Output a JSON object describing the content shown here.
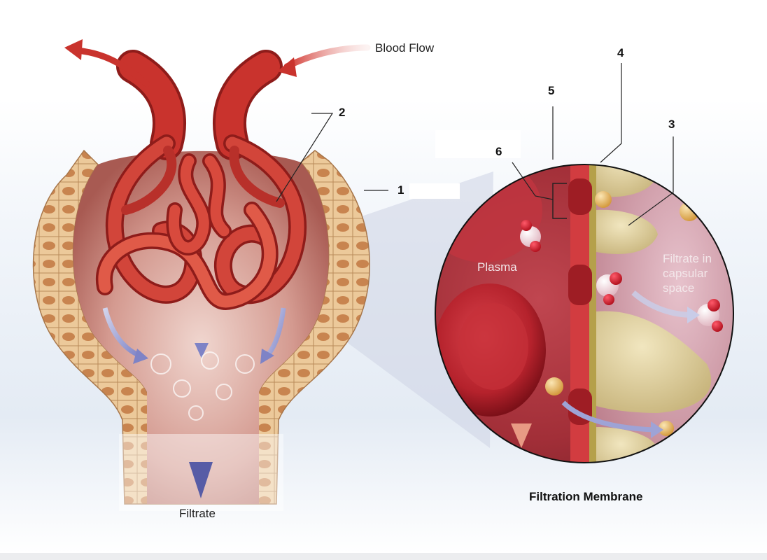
{
  "labels": {
    "blood_flow": "Blood Flow",
    "filtrate": "Filtrate",
    "plasma": "Plasma",
    "filtrate_capsular": [
      "Filtrate in",
      "capsular",
      "space"
    ],
    "caption": "Filtration Membrane"
  },
  "markers": [
    "1",
    "2",
    "3",
    "4",
    "5",
    "6"
  ],
  "colors": {
    "vessel_red": "#c9332d",
    "vessel_dark": "#8e1c1a",
    "capsule_tan": "#e8c89a",
    "inset_bg": "#a8323a",
    "arrow_blue": "#7d82c4",
    "arrow_down": "#5a5fa8",
    "text_dark": "#222222"
  }
}
